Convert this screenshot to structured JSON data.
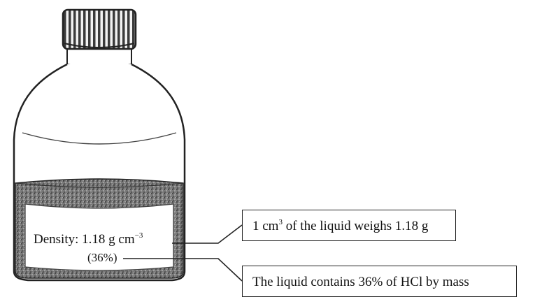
{
  "label": {
    "density_prefix": "Density: 1.18 g cm",
    "density_exponent": "−3",
    "percent": "(36%)"
  },
  "callouts": {
    "top_prefix": "1 cm",
    "top_exponent": "3",
    "top_suffix": " of the liquid weighs 1.18 g",
    "bottom": "The liquid contains 36% of HCl by mass"
  },
  "colors": {
    "outline": "#222222",
    "liquid_texture": "#6a6a6a",
    "cap": "#333333"
  },
  "icons": {
    "bottle": "bottle-icon",
    "cap": "screw-cap-icon"
  }
}
